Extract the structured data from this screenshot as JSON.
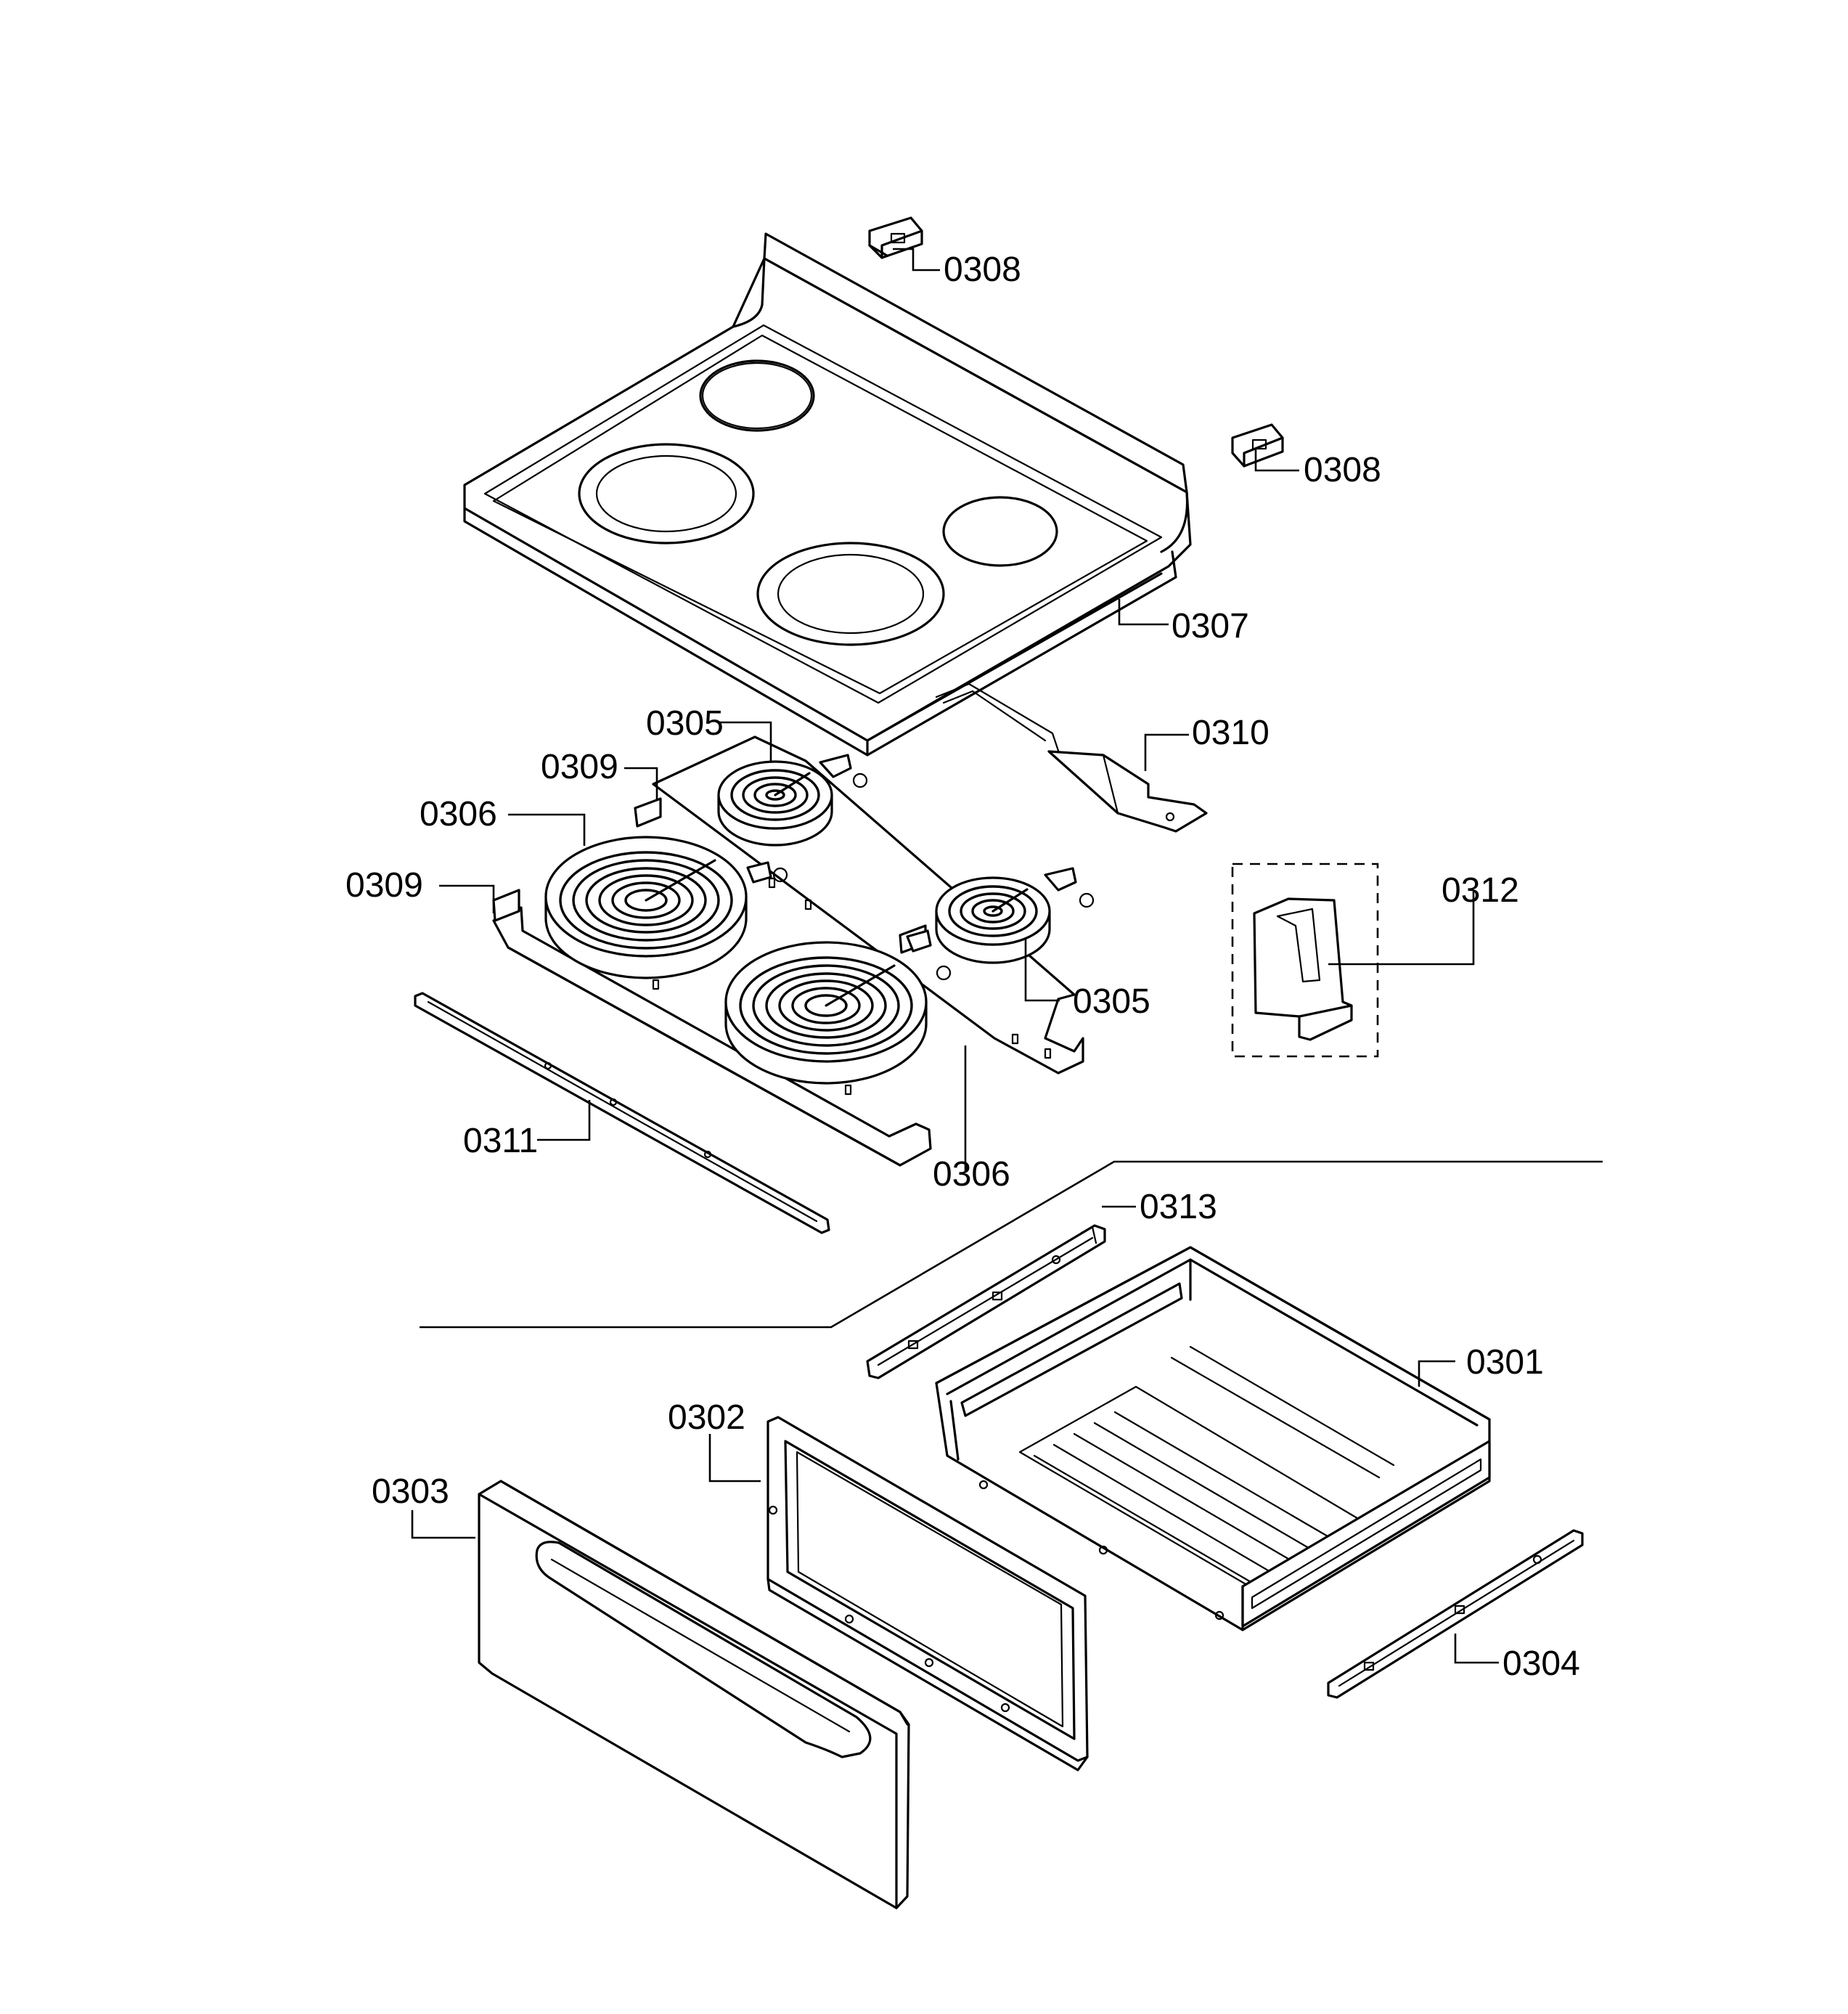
{
  "parts": [
    {
      "id": "0301",
      "label": "0301"
    },
    {
      "id": "0302",
      "label": "0302"
    },
    {
      "id": "0303",
      "label": "0303"
    },
    {
      "id": "0304",
      "label": "0304"
    },
    {
      "id": "0305a",
      "label": "0305"
    },
    {
      "id": "0305b",
      "label": "0305"
    },
    {
      "id": "0306a",
      "label": "0306"
    },
    {
      "id": "0306b",
      "label": "0306"
    },
    {
      "id": "0307",
      "label": "0307"
    },
    {
      "id": "0308a",
      "label": "0308"
    },
    {
      "id": "0308b",
      "label": "0308"
    },
    {
      "id": "0309a",
      "label": "0309"
    },
    {
      "id": "0309b",
      "label": "0309"
    },
    {
      "id": "0310",
      "label": "0310"
    },
    {
      "id": "0311",
      "label": "0311"
    },
    {
      "id": "0312",
      "label": "0312"
    },
    {
      "id": "0313",
      "label": "0313"
    }
  ]
}
